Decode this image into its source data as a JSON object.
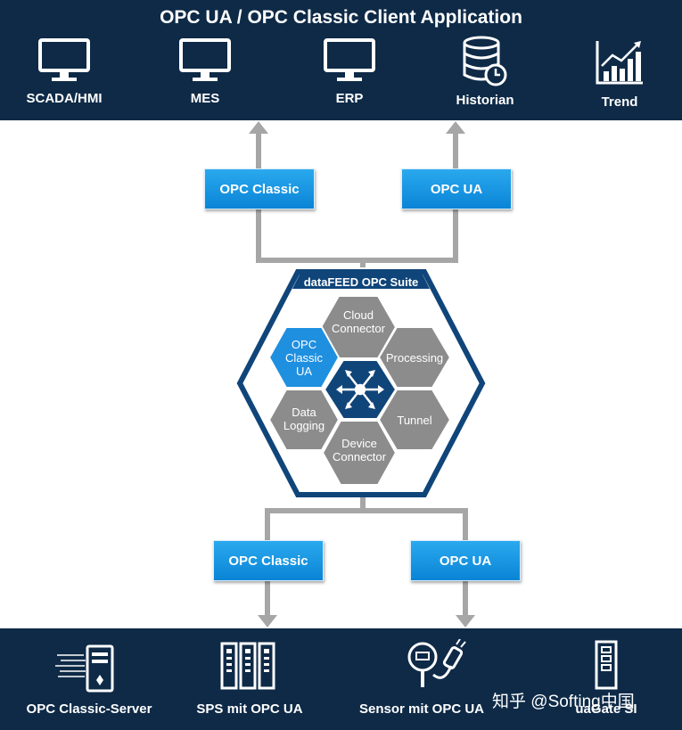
{
  "header": {
    "title": "OPC UA / OPC Classic Client Application",
    "apps": [
      {
        "label": "SCADA/HMI",
        "icon": "monitor-icon"
      },
      {
        "label": "MES",
        "icon": "monitor-icon"
      },
      {
        "label": "ERP",
        "icon": "monitor-icon"
      },
      {
        "label": "Historian",
        "icon": "database-icon"
      },
      {
        "label": "Trend",
        "icon": "chart-icon"
      }
    ]
  },
  "upper_protocols": [
    "OPC Classic",
    "OPC UA"
  ],
  "suite": {
    "title": "dataFEED OPC Suite",
    "modules": {
      "cloud": "Cloud Connector",
      "opc_classic_ua": "OPC Classic UA",
      "processing": "Processing",
      "data_logging": "Data Logging",
      "tunnel": "Tunnel",
      "device": "Device Connector"
    },
    "center_icon": "network-hub-icon"
  },
  "lower_protocols": [
    "OPC Classic",
    "OPC UA"
  ],
  "footer": {
    "sources": [
      {
        "label": "OPC Classic-Server",
        "icon": "server-icon"
      },
      {
        "label": "SPS mit OPC UA",
        "icon": "plc-icon"
      },
      {
        "label": "Sensor mit OPC UA",
        "icon": "sensor-icon"
      },
      {
        "label": "uaGate SI",
        "icon": "gateway-icon"
      }
    ]
  },
  "watermark": "知乎 @Softing中国",
  "colors": {
    "navy": "#0e2a47",
    "blue": "#0a84d6",
    "gray": "#a6a6a6",
    "hex_gray": "#8c8c8c"
  }
}
